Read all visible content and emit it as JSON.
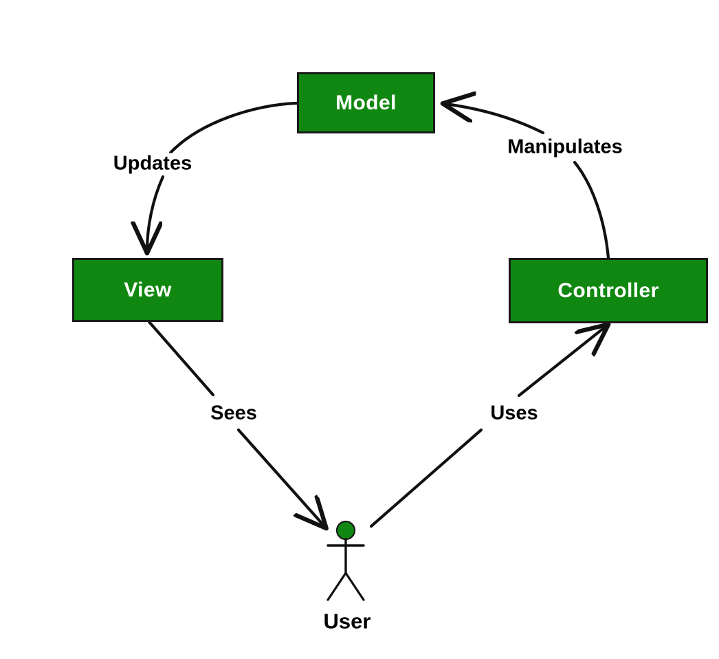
{
  "diagram": {
    "type": "mvc-architecture-flow",
    "colors": {
      "node_fill": "#108710",
      "node_border": "#1a1a1a",
      "node_text": "#ffffff",
      "edge_line": "#111111",
      "edge_text": "#000000",
      "actor_head": "#108710",
      "background": "#ffffff"
    },
    "nodes": [
      {
        "id": "model",
        "label": "Model"
      },
      {
        "id": "view",
        "label": "View"
      },
      {
        "id": "controller",
        "label": "Controller"
      },
      {
        "id": "user",
        "label": "User"
      }
    ],
    "edges": [
      {
        "id": "updates",
        "label": "Updates",
        "from": "model",
        "to": "view",
        "style": "curved"
      },
      {
        "id": "manipulates",
        "label": "Manipulates",
        "from": "controller",
        "to": "model",
        "style": "curved"
      },
      {
        "id": "sees",
        "label": "Sees",
        "from": "view",
        "to": "user",
        "style": "straight"
      },
      {
        "id": "uses",
        "label": "Uses",
        "from": "user",
        "to": "controller",
        "style": "straight"
      }
    ]
  }
}
